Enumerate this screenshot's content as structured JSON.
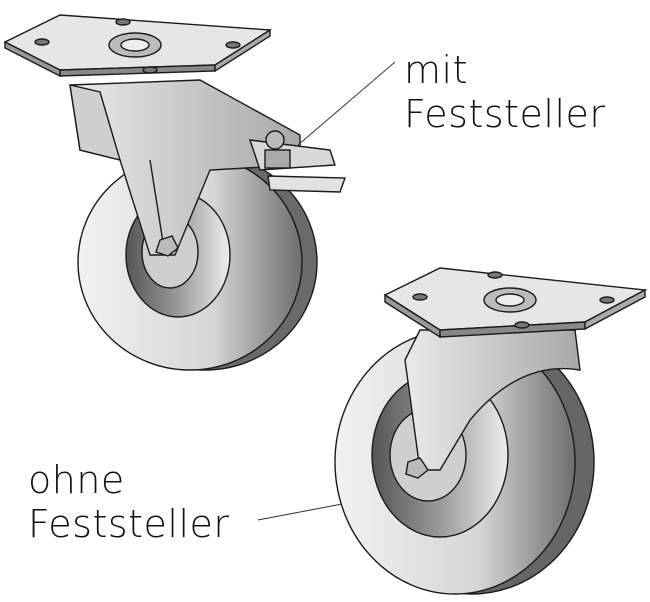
{
  "labels": {
    "with_brake": {
      "line1": "mit",
      "line2": "Feststeller"
    },
    "without_brake": {
      "line1": "ohne",
      "line2": "Feststeller"
    }
  },
  "colors": {
    "metal_light": "#e4e4e4",
    "metal_mid": "#bdbdbd",
    "metal_dark": "#7a7a7a",
    "outline": "#1a1a1a"
  }
}
